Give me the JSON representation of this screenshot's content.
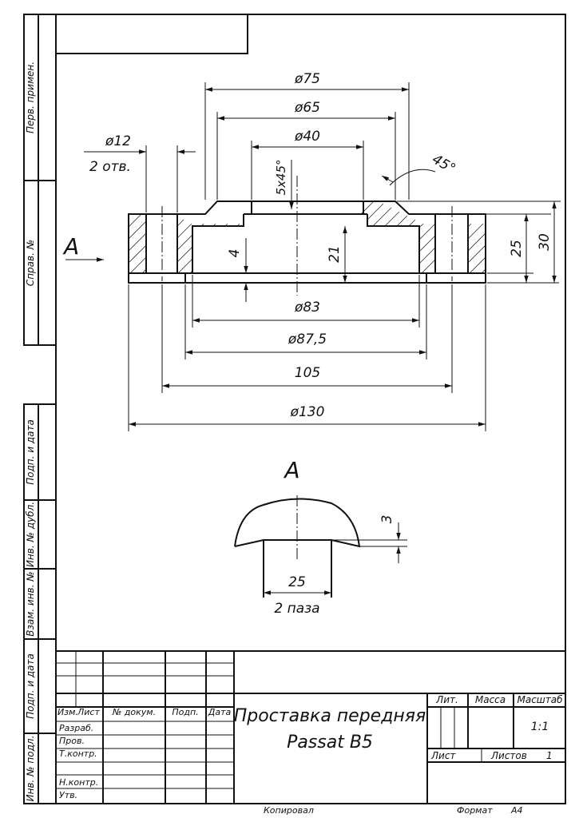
{
  "side_stamps": {
    "perv_primen": "Перв. примен.",
    "sprav_n": "Справ. №",
    "podp_data_1": "Подп. и дата",
    "inv_dubl": "Инв. № дубл.",
    "vzam_inv": "Взам. инв. №",
    "podp_data_2": "Подп. и дата",
    "inv_podl": "Инв. № подл."
  },
  "section_view": {
    "arrow_label": "A",
    "dims": {
      "d75": "ø75",
      "d65": "ø65",
      "d40": "ø40",
      "d12": "ø12",
      "holes_count": "2 отв.",
      "chamfer": "5x45°",
      "angle": "45°",
      "dim_4": "4",
      "dim_21": "21",
      "dim_25": "25",
      "dim_30": "30",
      "d83": "ø83",
      "d87_5": "ø87,5",
      "dim_105": "105",
      "d130": "ø130"
    }
  },
  "view_a": {
    "title": "A",
    "dim_3": "3",
    "dim_25": "25",
    "slots": "2 паза"
  },
  "title_block": {
    "headers": {
      "izm": "Изм.",
      "list": "Лист",
      "doc_no": "№ докум.",
      "podp": "Подп.",
      "data": "Дата"
    },
    "roles": {
      "razrab": "Разраб.",
      "prov": "Пров.",
      "tkontr": "Т.контр.",
      "nkontr": "Н.контр.",
      "utv": "Утв."
    },
    "name_line1": "Проставка передняя",
    "name_line2": "Passat B5",
    "lit_label": "Лит.",
    "massa_label": "Масса",
    "masshtab_label": "Масштаб",
    "scale_value": "1:1",
    "sheet_label": "Лист",
    "sheets_label": "Листов",
    "sheets_value": "1",
    "copied_label": "Копировал",
    "format_label": "Формат",
    "format_value": "A4"
  }
}
